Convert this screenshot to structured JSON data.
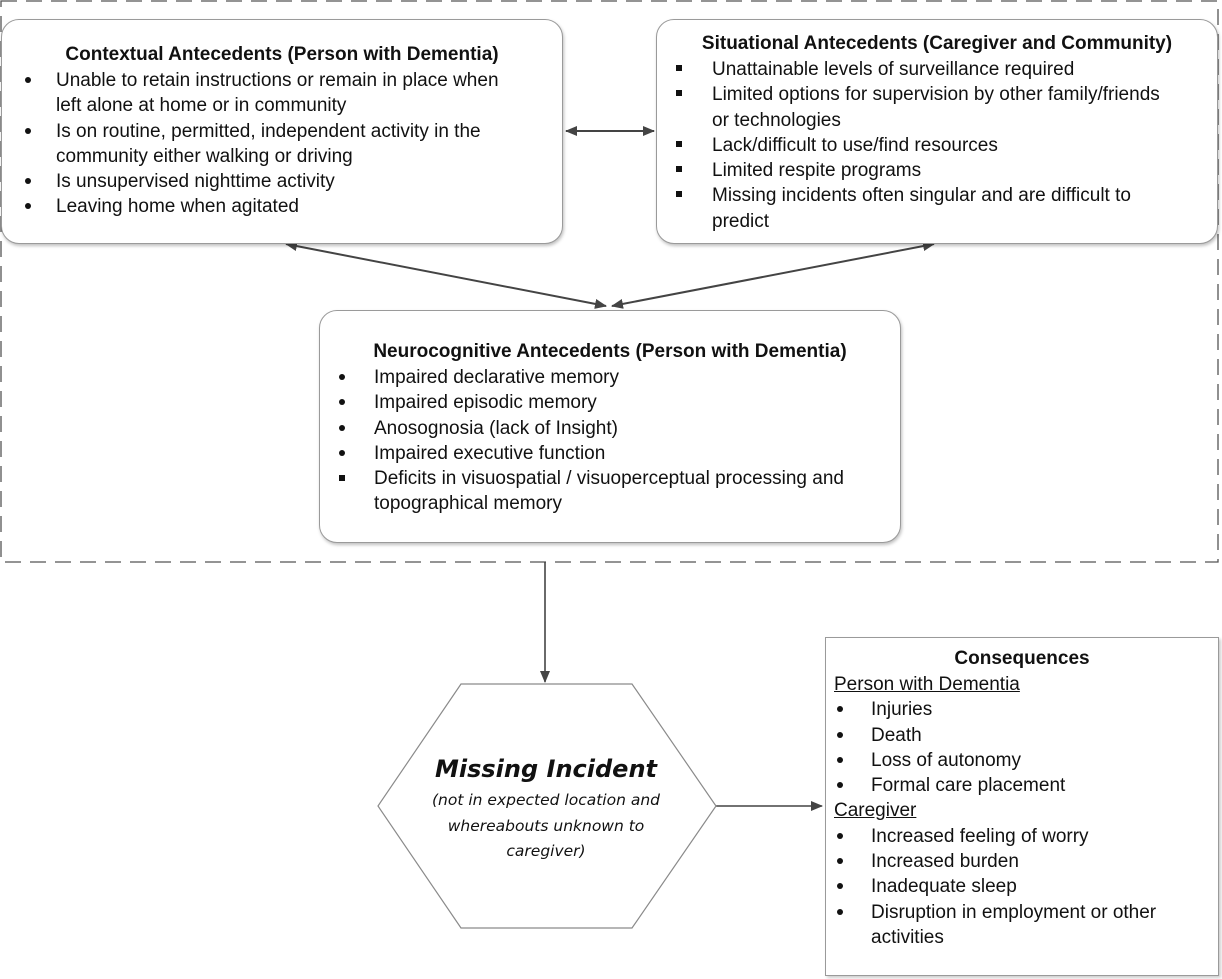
{
  "contextual": {
    "title": "Contextual Antecedents (Person with Dementia)",
    "items": [
      {
        "lines": [
          "Unable to retain instructions or remain in place when",
          "left alone at home or in community"
        ]
      },
      {
        "lines": [
          "Is on routine, permitted, independent activity in the",
          "community either walking or driving"
        ]
      },
      {
        "lines": [
          "Is unsupervised nighttime activity"
        ]
      },
      {
        "lines": [
          "Leaving home when agitated"
        ]
      }
    ]
  },
  "situational": {
    "title": "Situational Antecedents (Caregiver and Community)",
    "items": [
      {
        "lines": [
          "Unattainable levels of surveillance required"
        ]
      },
      {
        "lines": [
          "Limited options for supervision by other family/friends",
          "or technologies"
        ]
      },
      {
        "lines": [
          "Lack/difficult to use/find resources"
        ]
      },
      {
        "lines": [
          "Limited respite programs"
        ]
      },
      {
        "lines": [
          "Missing incidents often singular and are difficult to",
          "predict"
        ]
      }
    ]
  },
  "neurocognitive": {
    "title": "Neurocognitive Antecedents (Person with Dementia)",
    "items": [
      {
        "bullet": "dot",
        "lines": [
          "Impaired declarative memory"
        ]
      },
      {
        "bullet": "dot",
        "lines": [
          "Impaired episodic memory"
        ]
      },
      {
        "bullet": "dot",
        "lines": [
          "Anosognosia (lack of Insight)"
        ]
      },
      {
        "bullet": "dot",
        "lines": [
          "Impaired executive function"
        ]
      },
      {
        "bullet": "square",
        "lines": [
          "Deficits in visuospatial / visuoperceptual processing and",
          "topographical memory"
        ]
      }
    ]
  },
  "missing_incident": {
    "title": "Missing Incident",
    "subtitle_lines": [
      "(not in expected location and",
      "whereabouts unknown to",
      "caregiver)"
    ]
  },
  "consequences": {
    "title": "Consequences",
    "groups": [
      {
        "heading": "Person with Dementia",
        "items": [
          "Injuries",
          "Death",
          "Loss of autonomy",
          "Formal care placement"
        ]
      },
      {
        "heading": "Caregiver",
        "items": [
          [
            "Increased feeling of worry"
          ],
          [
            "Increased burden"
          ],
          [
            "Inadequate sleep"
          ],
          [
            "Disruption in employment or other",
            "activities"
          ]
        ]
      }
    ]
  },
  "colors": {
    "line": "#444444",
    "box_border": "#9a9a9a",
    "dash_border": "#555555"
  }
}
